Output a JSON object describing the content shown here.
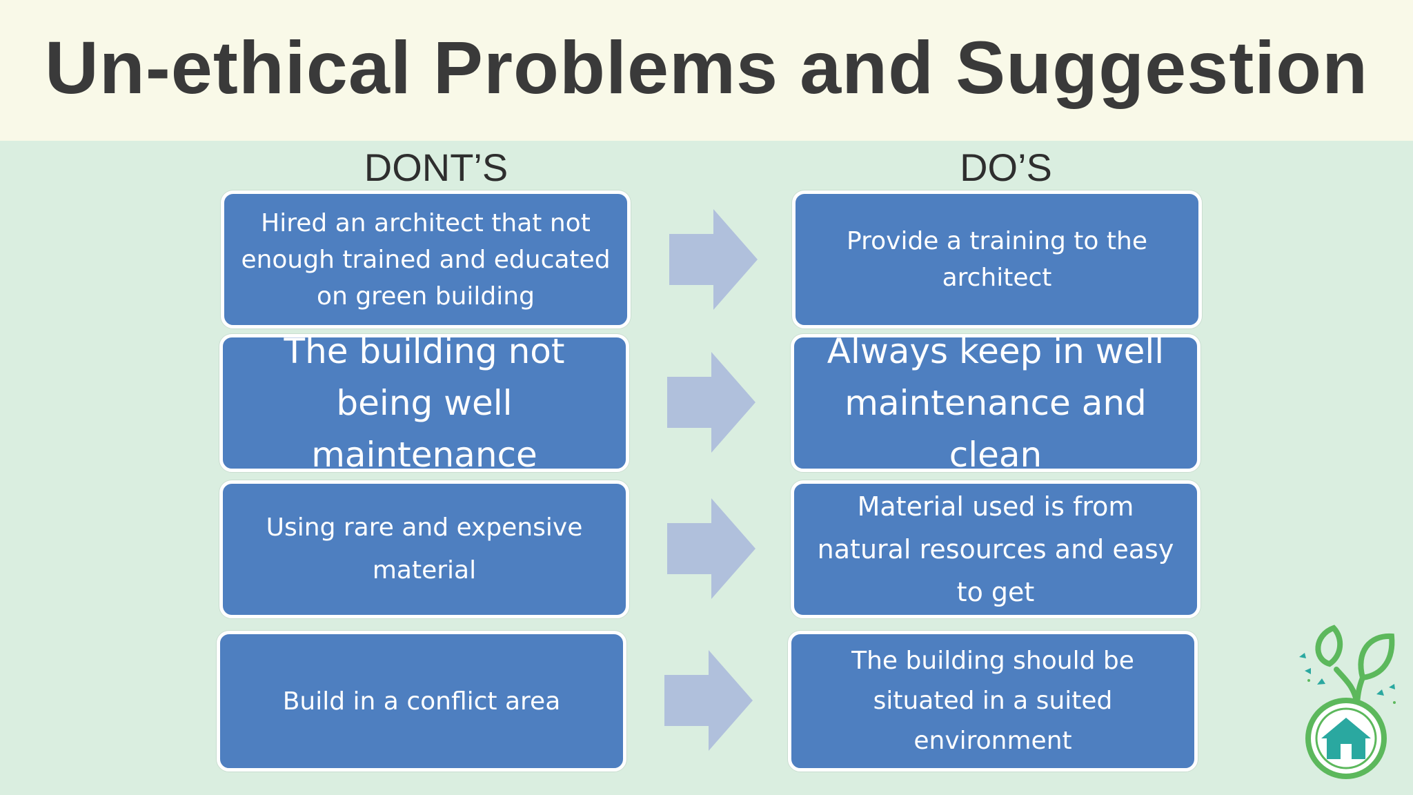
{
  "slide": {
    "title": "Un-ethical Problems and Suggestion",
    "donts_header": "DONT’S",
    "dos_header": "DO’S",
    "rows": [
      {
        "dont": "Hired an architect that not enough trained and educated on green building",
        "do": "Provide a training to the architect"
      },
      {
        "dont": "The building not being well maintenance",
        "do": "Always keep in well maintenance and clean"
      },
      {
        "dont": "Using rare and expensive material",
        "do": "Material used is from natural resources and easy to get"
      },
      {
        "dont": "Build in a conflict area",
        "do": "The building should be situated in a suited environment"
      }
    ]
  },
  "colors": {
    "card_fill": "#4e7fc0",
    "arrow_fill": "#b0c0dc",
    "title_band": "#f9f9e8",
    "background": "#daeee0",
    "logo_green": "#5cb85c",
    "logo_teal": "#2aa8a0"
  },
  "icons": [
    "right-arrow-icon",
    "green-house-logo-icon"
  ]
}
